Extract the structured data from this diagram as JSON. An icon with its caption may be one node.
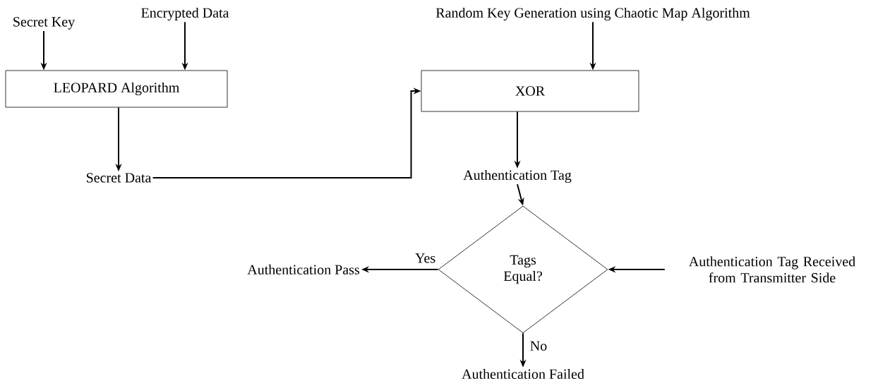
{
  "diagram": {
    "nodes": [
      {
        "text": [
          "Secret Key"
        ]
      },
      {
        "text": [
          "Encrypted Data"
        ]
      },
      {
        "text": [
          "LEOPARD Algorithm"
        ]
      },
      {
        "text": [
          "Secret Data"
        ]
      },
      {
        "text": [
          "Random Key Generation using Chaotic Map Algorithm"
        ]
      },
      {
        "text": [
          "XOR"
        ]
      },
      {
        "text": [
          "Authentication Tag"
        ]
      },
      {
        "text": [
          "Tags Equal?"
        ]
      },
      {
        "text": [
          "Authentication Pass"
        ]
      },
      {
        "text": [
          "Authentication Tag Received from Transmitter Side"
        ]
      },
      {
        "text": [
          "Authentication Failed"
        ]
      }
    ],
    "edges": [
      {
        "from": 0,
        "to": 2,
        "arrow": "to"
      },
      {
        "from": 1,
        "to": 2,
        "arrow": "to"
      },
      {
        "from": 2,
        "to": 3,
        "arrow": "to"
      },
      {
        "from": 3,
        "to": 5,
        "arrow": "to"
      },
      {
        "from": 4,
        "to": 5,
        "arrow": "to"
      },
      {
        "from": 5,
        "to": 6,
        "arrow": "to"
      },
      {
        "from": 6,
        "to": 7,
        "arrow": "to"
      },
      {
        "from": 7,
        "to": 8,
        "label": "Yes",
        "arrow": "to"
      },
      {
        "from": 9,
        "to": 7,
        "arrow": "to"
      },
      {
        "from": 7,
        "to": 10,
        "label": "No",
        "arrow": "to"
      }
    ]
  }
}
